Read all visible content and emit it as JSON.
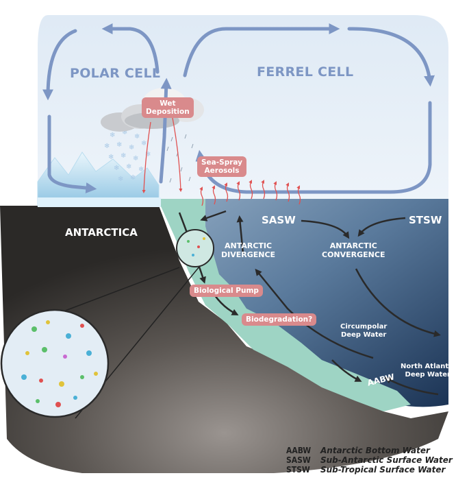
{
  "cells": {
    "polar": "POLAR CELL",
    "ferrel": "FERREL CELL"
  },
  "land": "ANTARCTICA",
  "waters": {
    "sasw": "SASW",
    "stsw": "STSW",
    "aabw": "AABW"
  },
  "zones": {
    "divergence": [
      "ANTARCTIC",
      "DIVERGENCE"
    ],
    "convergence": [
      "ANTARCTIC",
      "CONVERGENCE"
    ]
  },
  "currents": {
    "circumpolar": [
      "Circumpolar",
      "Deep Water"
    ],
    "north_atlantic": [
      "North Atlantic",
      "Deep Water"
    ]
  },
  "processes": {
    "wet_deposition": [
      "Wet",
      "Deposition"
    ],
    "sea_spray": [
      "Sea-Spray",
      "Aerosols"
    ],
    "biological_pump": "Biological Pump",
    "biodegradation": "Biodegradation?"
  },
  "legend": [
    {
      "abbr": "AABW",
      "full": "Antarctic Bottom Water"
    },
    {
      "abbr": "SASW",
      "full": "Sub-Antarctic Surface Water"
    },
    {
      "abbr": "STSW",
      "full": "Sub-Tropical Surface Water"
    }
  ],
  "colors": {
    "sky": "#e6eff8",
    "arrow_atmos": "#7d96c4",
    "ocean_dark": "#1f3a5c",
    "ocean_light": "#7d9bb8",
    "shelf": "#9ed4c4",
    "ground": "#55504c",
    "tag": "#d98a8c",
    "spray": "#e05050"
  },
  "icons": [
    "cloud-icon",
    "snowflake-icon",
    "iceberg-icon",
    "plankton-icon"
  ]
}
